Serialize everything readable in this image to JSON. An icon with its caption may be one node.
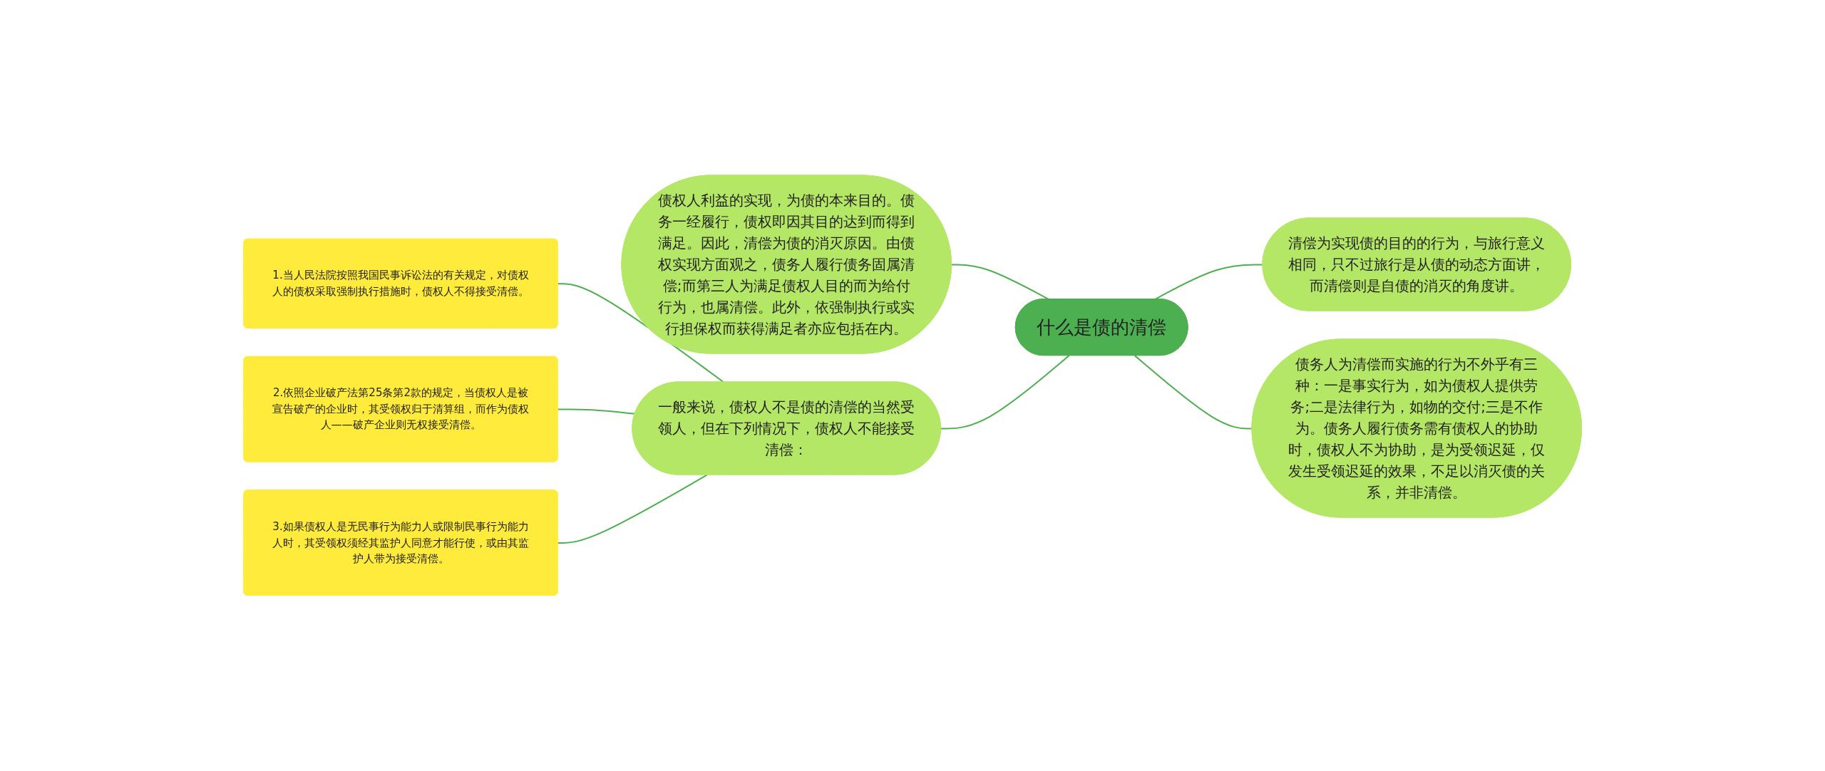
{
  "diagram": {
    "nodes": [
      {
        "text": [
          "什么是债的清偿"
        ]
      },
      {
        "text": [
          "债权人利益的实现，为债的本来目的。债务一经履行，债权即因其目的达到而得到满足。因此，清偿为债的消灭原因。由债权实现方面观之，债务人履行债务固属清偿;而第三人为满足债权人目的而为给付行为，也属清偿。此外，依强制执行或实行担保权而获得满足者亦应包括在内。"
        ]
      },
      {
        "text": [
          "清偿为实现债的目的的行为，与旅行意义相同，只不过旅行是从债的动态方面讲，而清偿则是自债的消灭的角度讲。"
        ]
      },
      {
        "text": [
          "债务人为清偿而实施的行为不外乎有三种：一是事实行为，如为债权人提供劳务;二是法律行为，如物的交付;三是不作为。债务人履行债务需有债权人的协助时，债权人不为协助，是为受领迟延，仅发生受领迟延的效果，不足以消灭债的关系，并非清偿。"
        ]
      },
      {
        "text": [
          "一般来说，债权人不是债的清偿的当然受领人，但在下列情况下，债权人不能接受清偿："
        ]
      },
      {
        "text": [
          "1.当人民法院按照我国民事诉讼法的有关规定，对债权人的债权采取强制执行措施时，债权人不得接受清偿。"
        ]
      },
      {
        "text": [
          "2.依照企业破产法第25条第2款的规定，当债权人是被宣告破产的企业时，其受领权归于清算组，而作为债权人——破产企业则无权接受清偿。"
        ]
      },
      {
        "text": [
          "3.如果债权人是无民事行为能力人或限制民事行为能力人时，其受领权须经其监护人同意才能行使，或由其监护人带为接受清偿。"
        ]
      }
    ],
    "edges": [
      {
        "from": 1,
        "to": 0,
        "arrow": "none"
      },
      {
        "from": 0,
        "to": 2,
        "arrow": "none"
      },
      {
        "from": 0,
        "to": 3,
        "arrow": "none"
      },
      {
        "from": 4,
        "to": 0,
        "arrow": "none"
      },
      {
        "from": 5,
        "to": 4,
        "arrow": "none"
      },
      {
        "from": 6,
        "to": 4,
        "arrow": "none"
      },
      {
        "from": 7,
        "to": 4,
        "arrow": "none"
      }
    ]
  }
}
